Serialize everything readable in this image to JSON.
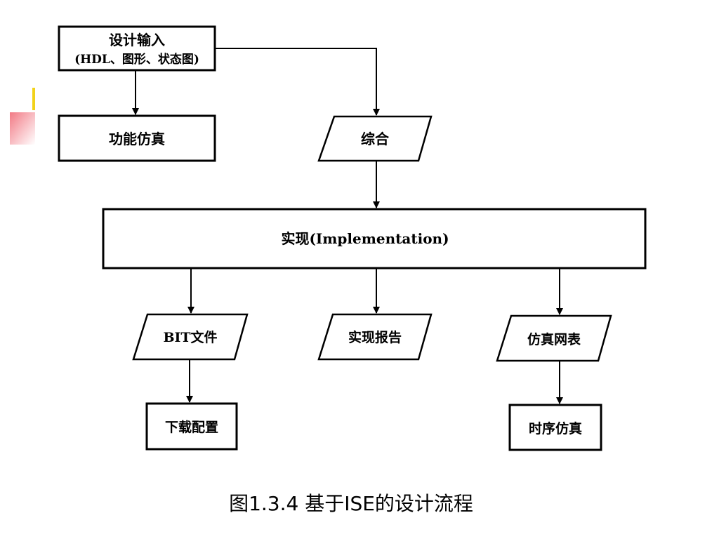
{
  "diagram": {
    "nodes": {
      "design_input": {
        "line1": "设计输入",
        "line2": "(HDL、图形、状态图)"
      },
      "functional_sim": {
        "label": "功能仿真"
      },
      "synthesis": {
        "label": "综合"
      },
      "implementation": {
        "label": "实现(Implementation)"
      },
      "bit_file": {
        "label": "BIT文件"
      },
      "impl_report": {
        "label": "实现报告"
      },
      "sim_netlist": {
        "label": "仿真网表"
      },
      "download_config": {
        "label": "下载配置"
      },
      "timing_sim": {
        "label": "时序仿真"
      }
    },
    "colors": {
      "stroke": "#000000",
      "accent_yellow": "#f2d21a",
      "accent_red": "#f27a85"
    }
  },
  "caption": "图1.3.4 基于ISE的设计流程"
}
